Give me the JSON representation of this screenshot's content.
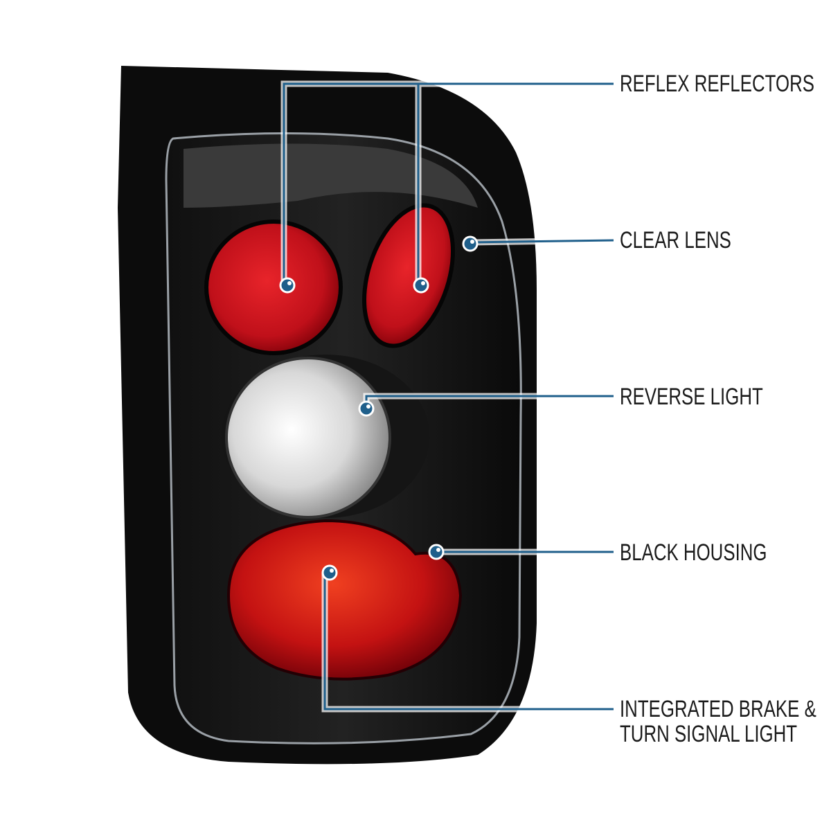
{
  "colors": {
    "callout_line": "#1f5f8b",
    "callout_dot": "#1f5f8b",
    "housing": "#0c0c0c",
    "reflector_red": "#c8101a"
  },
  "callouts": [
    {
      "id": "reflex-reflectors",
      "label": "REFLEX REFLECTORS"
    },
    {
      "id": "clear-lens",
      "label": "CLEAR LENS"
    },
    {
      "id": "reverse-light",
      "label": "REVERSE LIGHT"
    },
    {
      "id": "black-housing",
      "label": "BLACK HOUSING"
    },
    {
      "id": "brake-turn",
      "label_line1": "INTEGRATED BRAKE &",
      "label_line2": "TURN SIGNAL LIGHT"
    }
  ]
}
